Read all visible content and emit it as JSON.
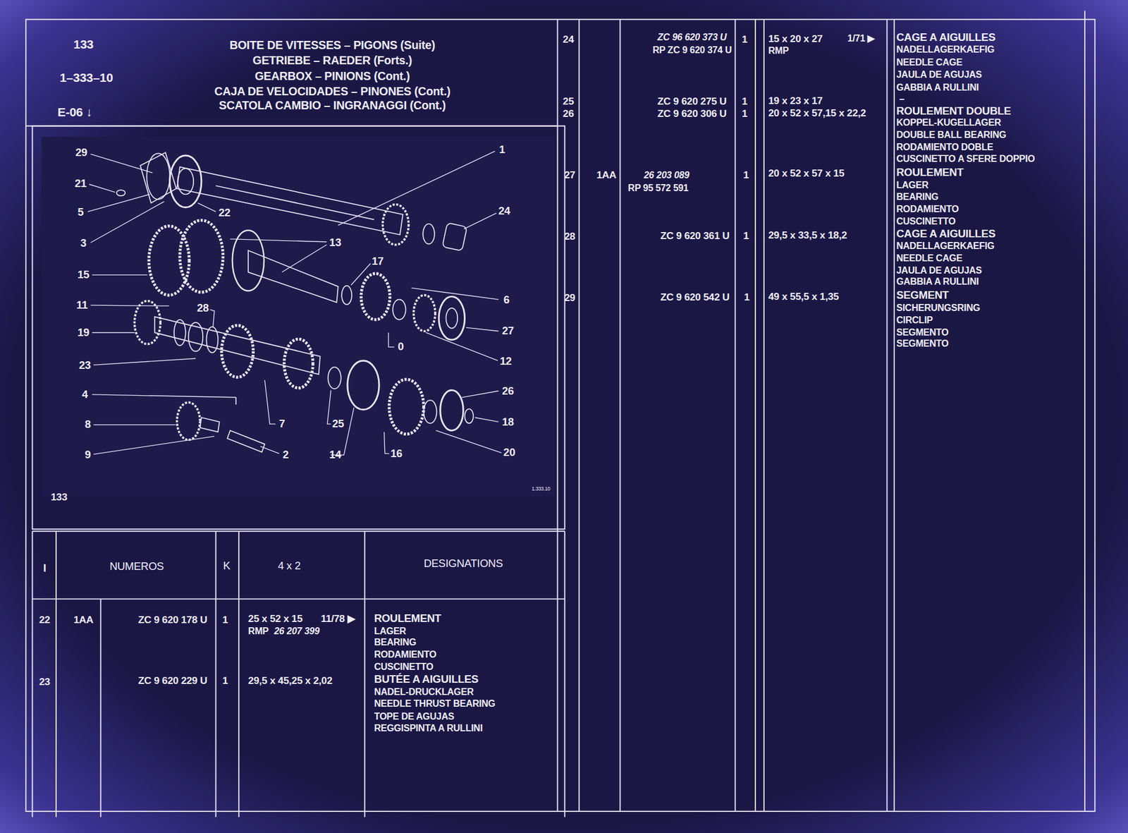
{
  "diagram": {
    "labels": [
      "133",
      "1–333–10",
      "E-06 ↓",
      "BOITE DE VITESSES – PIGONS (Suite)",
      "GETRIEBE – RAEDER (Forts.)",
      "GEARBOX – PINIONS (Cont.)",
      "CAJA DE VELOCIDADES – PINONES (Cont.)",
      "SCATOLA CAMBIO – INGRANAGGI (Cont.)",
      "29",
      "21",
      "5",
      "3",
      "15",
      "11",
      "19",
      "23",
      "4",
      "8",
      "9",
      "22",
      "13",
      "17",
      "1",
      "24",
      "6",
      "27",
      "0",
      "28",
      "12",
      "26",
      "7",
      "25",
      "18",
      "2",
      "14",
      "16",
      "20",
      "133",
      "1.333.10",
      "I",
      "NUMEROS",
      "K",
      "4 x 2",
      "DESIGNATIONS",
      "22",
      "1AA",
      "ZC 9 620 178 U",
      "1",
      "25 x 52 x 15",
      "11/78 ▶",
      "RMP",
      "26 207 399",
      "ROULEMENT",
      "LAGER",
      "BEARING",
      "RODAMIENTO",
      "CUSCINETTO",
      "23",
      "ZC 9 620 229 U",
      "1",
      "29,5 x 45,25 x 2,02",
      "BUTÉE A AIGUILLES",
      "NADEL-DRUCKLAGER",
      "NEEDLE THRUST BEARING",
      "TOPE DE AGUJAS",
      "REGGISPINTA A RULLINI",
      "24",
      "ZC 96 620 373 U",
      "RP ZC 9 620 374 U",
      "1",
      "15 x 20 x 27",
      "1/71 ▶",
      "RMP",
      "CAGE A AIGUILLES",
      "NADELLAGERKAEFIG",
      "NEEDLE CAGE",
      "JAULA DE AGUJAS",
      "GABBIA A RULLINI",
      "–",
      "25",
      "ZC 9 620 275 U",
      "1",
      "19 x 23 x 17",
      "26",
      "ZC 9 620 306 U",
      "1",
      "20 x 52 x 57,15 x 22,2",
      "ROULEMENT DOUBLE",
      "KOPPEL-KUGELLAGER",
      "DOUBLE BALL BEARING",
      "RODAMIENTO DOBLE",
      "CUSCINETTO A SFERE DOPPIO",
      "27",
      "1AA",
      "26 203 089",
      "RP 95 572 591",
      "1",
      "20 x 52 x 57 x 15",
      "ROULEMENT",
      "LAGER",
      "BEARING",
      "RODAMIENTO",
      "CUSCINETTO",
      "28",
      "ZC 9 620 361 U",
      "1",
      "29,5 x 33,5 x 18,2",
      "CAGE A AIGUILLES",
      "NADELLAGERKAEFIG",
      "NEEDLE CAGE",
      "JAULA DE AGUJAS",
      "GABBIA A RULLINI",
      "29",
      "ZC 9 620 542 U",
      "1",
      "49 x 55,5 x 1,35",
      "SEGMENT",
      "SICHERUNGSRING",
      "CIRCLIP",
      "SEGMENTO",
      "SEGMENTO"
    ]
  }
}
